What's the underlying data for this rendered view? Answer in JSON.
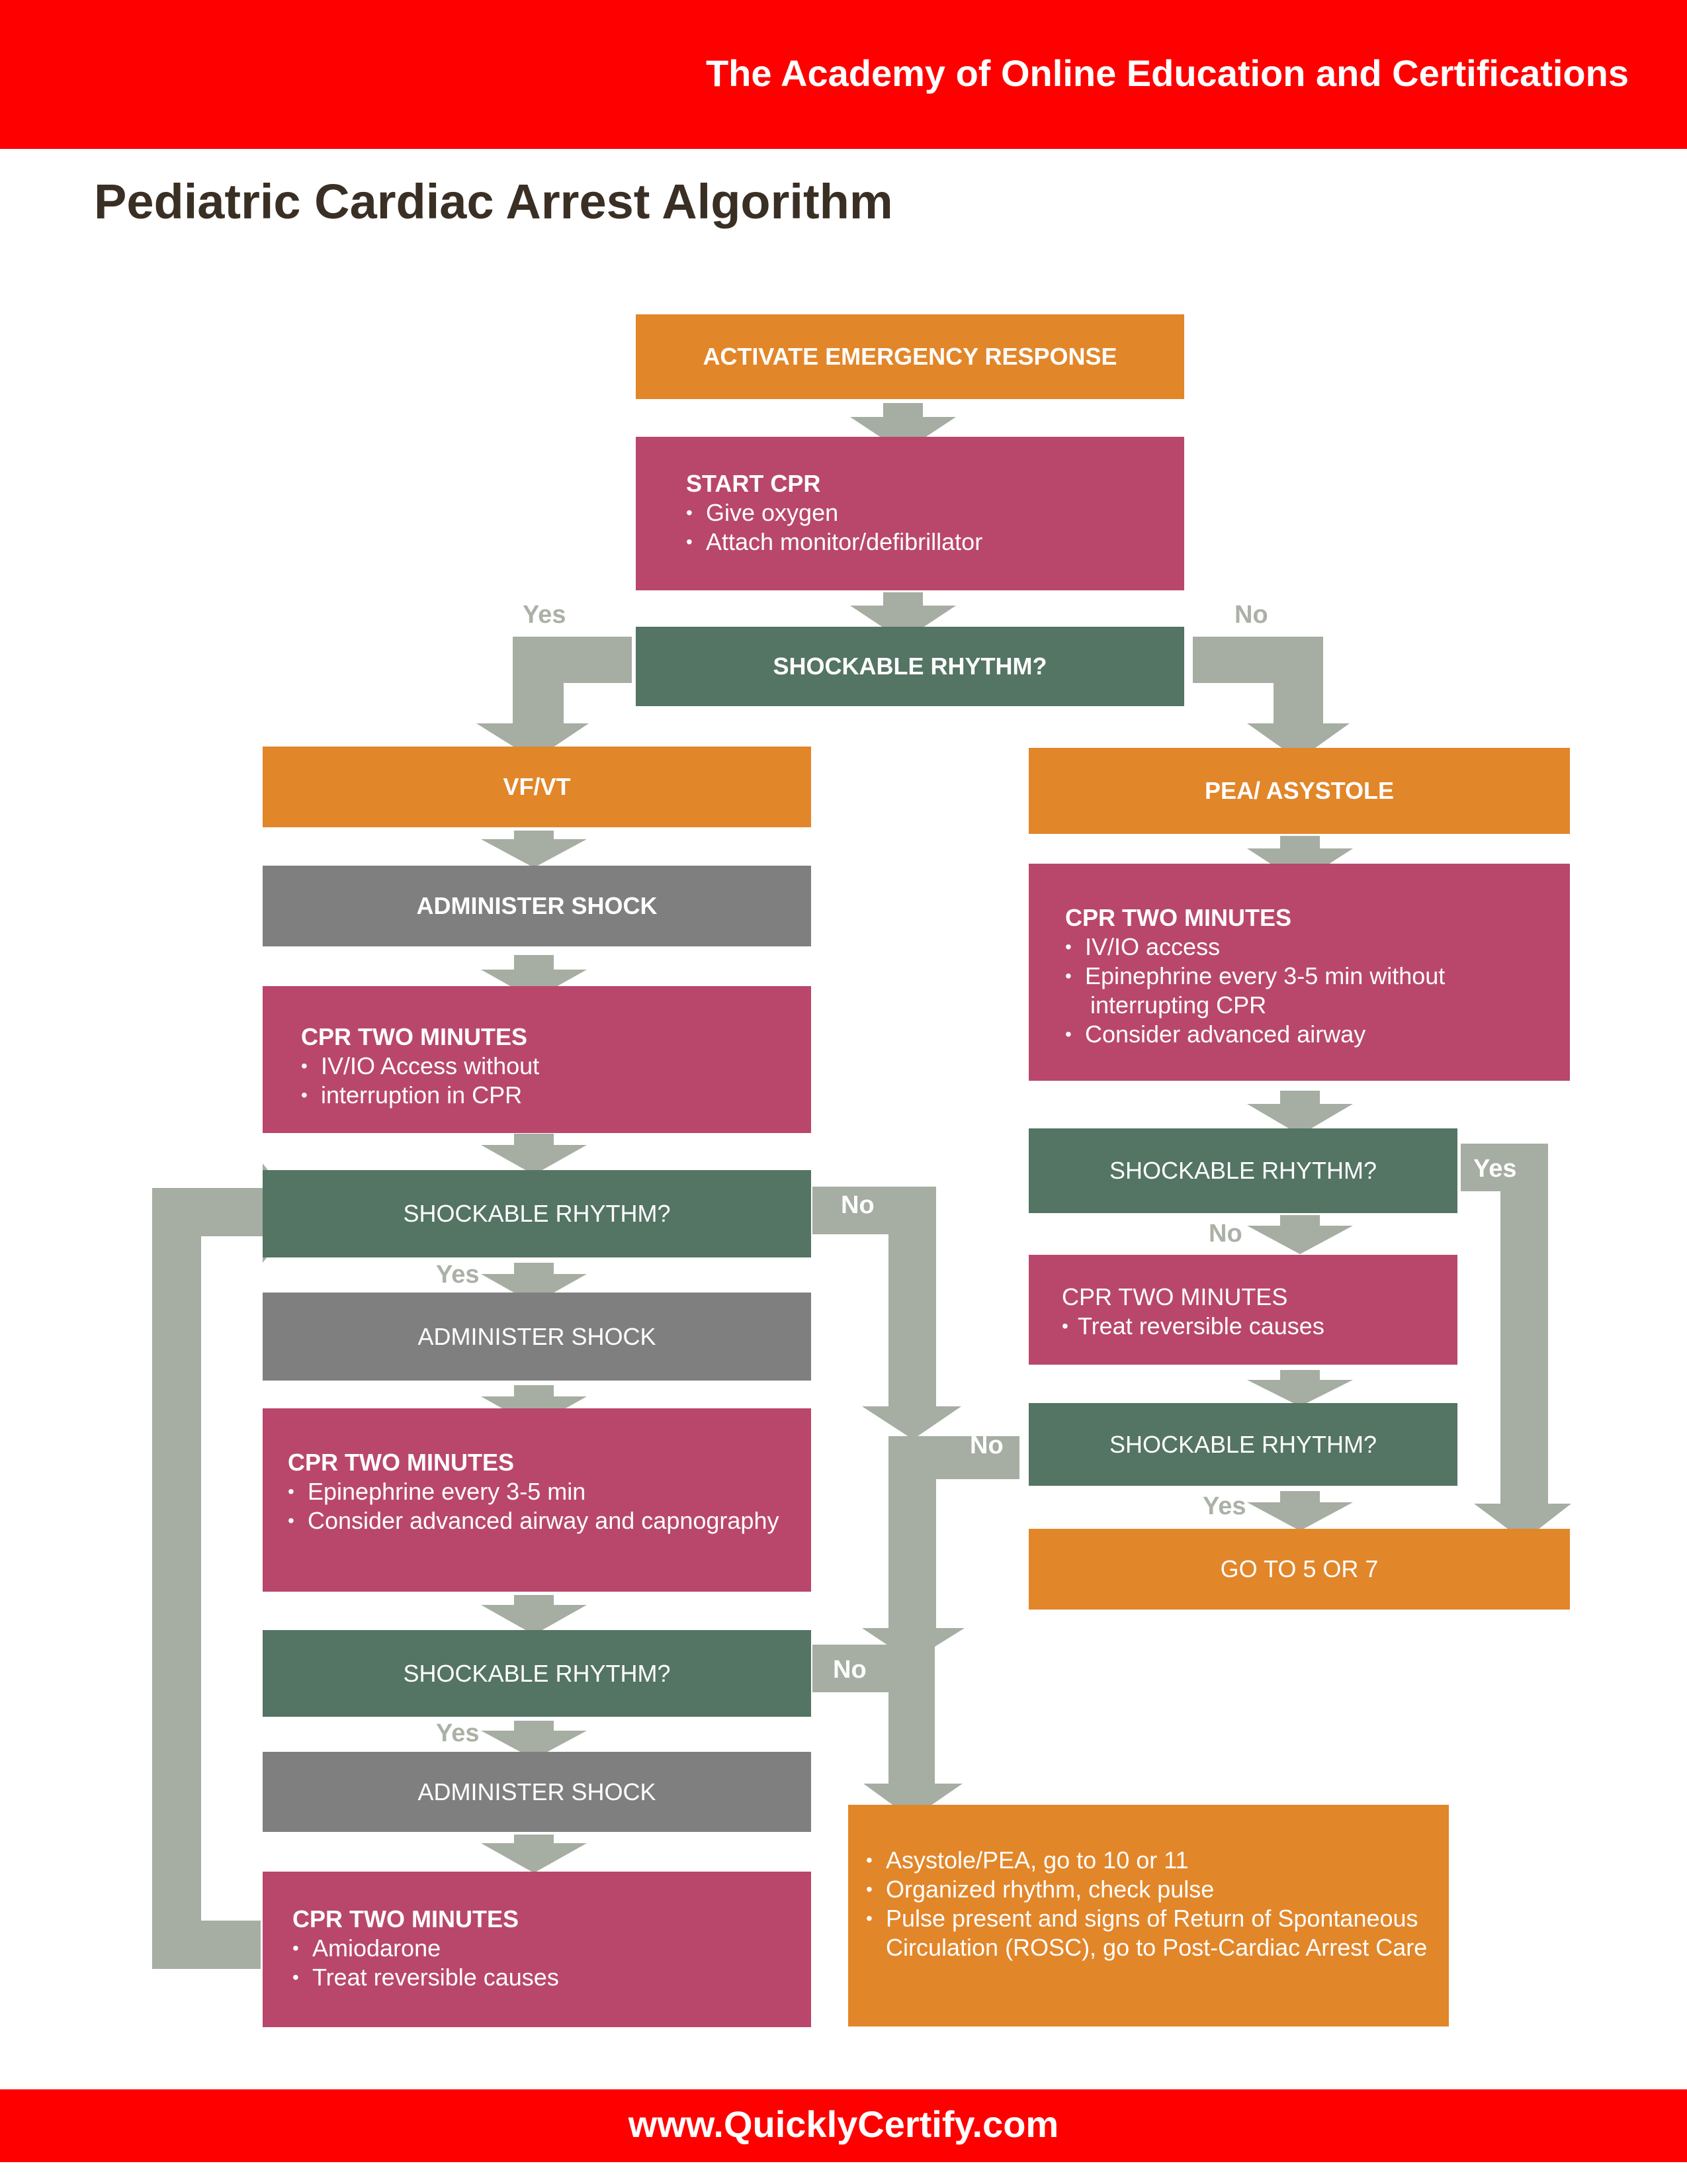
{
  "header": {
    "org": "The Academy of Online Education and Certifications"
  },
  "title": "Pediatric Cardiac Arrest Algorithm",
  "footer": {
    "url": "www.QuicklyCertify.com"
  },
  "colors": {
    "banner": "#ff0000",
    "orange": "#e2862a",
    "maroon": "#b9476c",
    "green": "#547464",
    "gray": "#7f7f7f",
    "arrow": "#a6ada2",
    "title": "#3a2f24"
  },
  "nodes": {
    "activate": "ACTIVATE EMERGENCY RESPONSE",
    "start_cpr": {
      "heading": "START CPR",
      "items": [
        "Give oxygen",
        "Attach monitor/defibrillator"
      ]
    },
    "shockable_1": "SHOCKABLE RHYTHM?",
    "vfvt": "VF/VT",
    "pea": "PEA/ ASYSTOLE",
    "shock_1": "ADMINISTER SHOCK",
    "cpr_left_1": {
      "heading": "CPR TWO MINUTES",
      "items": [
        "IV/IO Access without",
        "interruption in CPR"
      ]
    },
    "shockable_2": "SHOCKABLE RHYTHM?",
    "shock_2": "ADMINISTER SHOCK",
    "cpr_left_2": {
      "heading": "CPR TWO MINUTES",
      "items": [
        "Epinephrine every 3-5 min",
        "Consider advanced airway and capnography"
      ]
    },
    "shockable_3": "SHOCKABLE RHYTHM?",
    "shock_3": "ADMINISTER SHOCK",
    "cpr_left_3": {
      "heading": "CPR TWO MINUTES",
      "items": [
        "Amiodarone",
        "Treat reversible causes"
      ]
    },
    "cpr_right_1": {
      "heading": "CPR TWO MINUTES",
      "items": [
        "IV/IO access",
        "Epinephrine every 3-5 min without",
        "interrupting CPR",
        "Consider advanced airway"
      ]
    },
    "shockable_r1": "SHOCKABLE RHYTHM?",
    "cpr_right_2": {
      "heading": "CPR TWO MINUTES",
      "items": [
        "Treat reversible causes"
      ]
    },
    "shockable_r2": "SHOCKABLE RHYTHM?",
    "goto": "GO TO 5 OR 7",
    "outcome": {
      "items": [
        "Asystole/PEA, go to 10 or 11",
        "Organized rhythm, check pulse",
        "Pulse present and signs of Return of Spontaneous",
        "Circulation (ROSC), go to Post-Cardiac Arrest Care"
      ]
    }
  },
  "labels": {
    "yes": "Yes",
    "no": "No"
  }
}
